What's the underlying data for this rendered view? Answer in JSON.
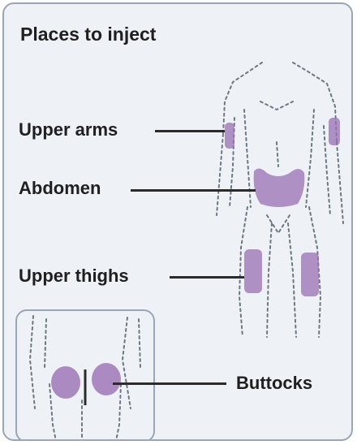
{
  "diagram": {
    "title": "Places to inject",
    "labels": {
      "upper_arms": "Upper arms",
      "abdomen": "Abdomen",
      "upper_thighs": "Upper thighs",
      "buttocks": "Buttocks"
    },
    "colors": {
      "outline": "#6d7780",
      "injection_zone": "#9a6fb4",
      "leader_line": "#2b2b2b",
      "panel_background": "#eef2f7",
      "panel_border": "#9aa6b4"
    }
  }
}
